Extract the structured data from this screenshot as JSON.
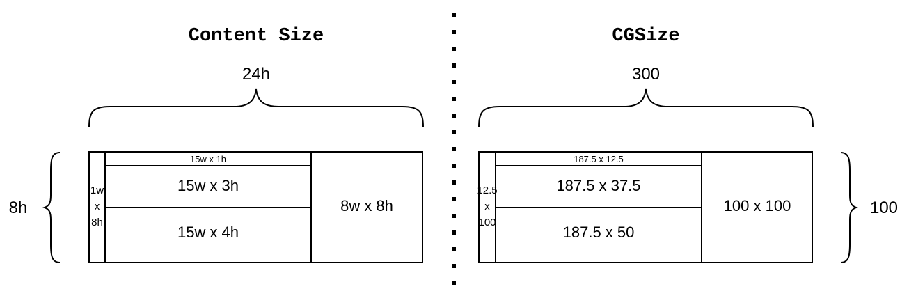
{
  "left": {
    "title": "Content Size",
    "width_label": "24h",
    "height_label": "8h",
    "cells": {
      "narrow_l1": "1w",
      "narrow_l2": "x",
      "narrow_l3": "8h",
      "top_strip": "15w x 1h",
      "middle": "15w x 3h",
      "bottom": "15w x 4h",
      "square": "8w x 8h"
    }
  },
  "right": {
    "title": "CGSize",
    "width_label": "300",
    "height_label": "100",
    "cells": {
      "narrow_l1": "12.5",
      "narrow_l2": "x",
      "narrow_l3": "100",
      "top_strip": "187.5 x 12.5",
      "middle": "187.5 x 37.5",
      "bottom": "187.5 x 50",
      "square": "100 x 100"
    }
  }
}
